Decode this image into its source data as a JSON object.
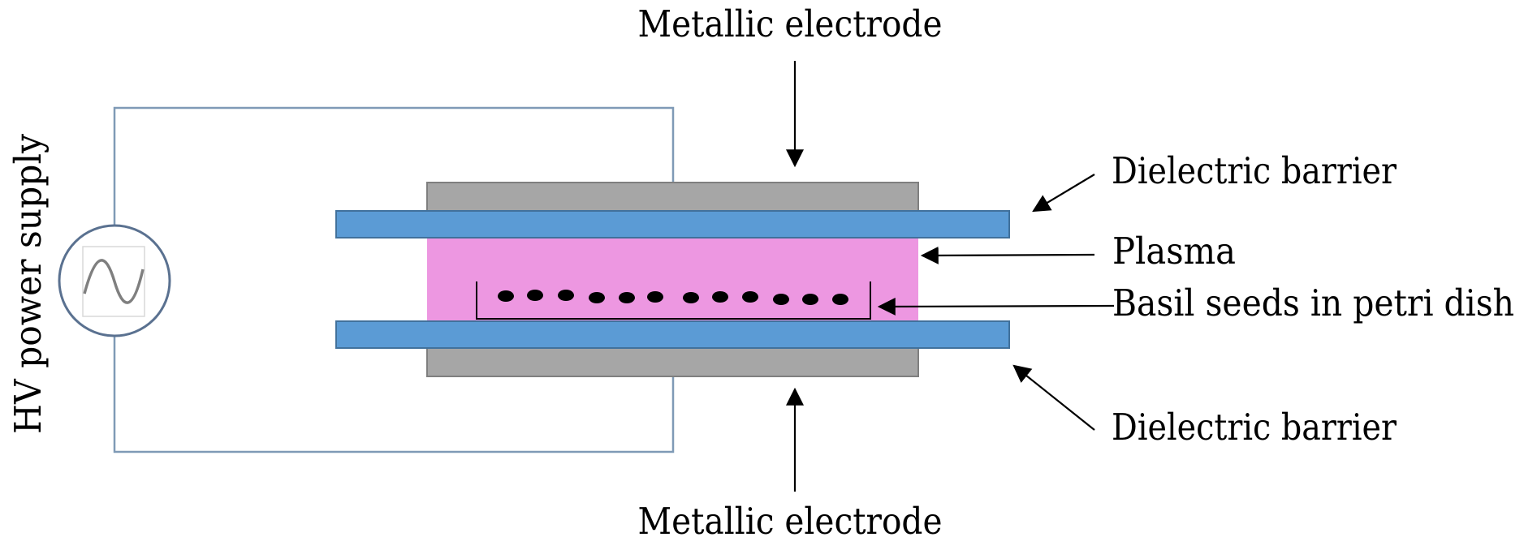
{
  "labels": {
    "top_electrode": "Metallic electrode",
    "bottom_electrode": "Metallic electrode",
    "top_barrier": "Dielectric barrier",
    "bottom_barrier": "Dielectric barrier",
    "plasma": "Plasma",
    "seeds": "Basil seeds in petri dish",
    "power_supply": "HV power supply"
  },
  "colors": {
    "wire": "#7f9ab6",
    "electrode": "#a6a6a6",
    "barrier": "#5b9bd5",
    "plasma": "#ed97e1",
    "seed": "#000000",
    "source_ring": "#5a7190"
  },
  "icons": {
    "power_source": "ac-sine-source-icon"
  }
}
